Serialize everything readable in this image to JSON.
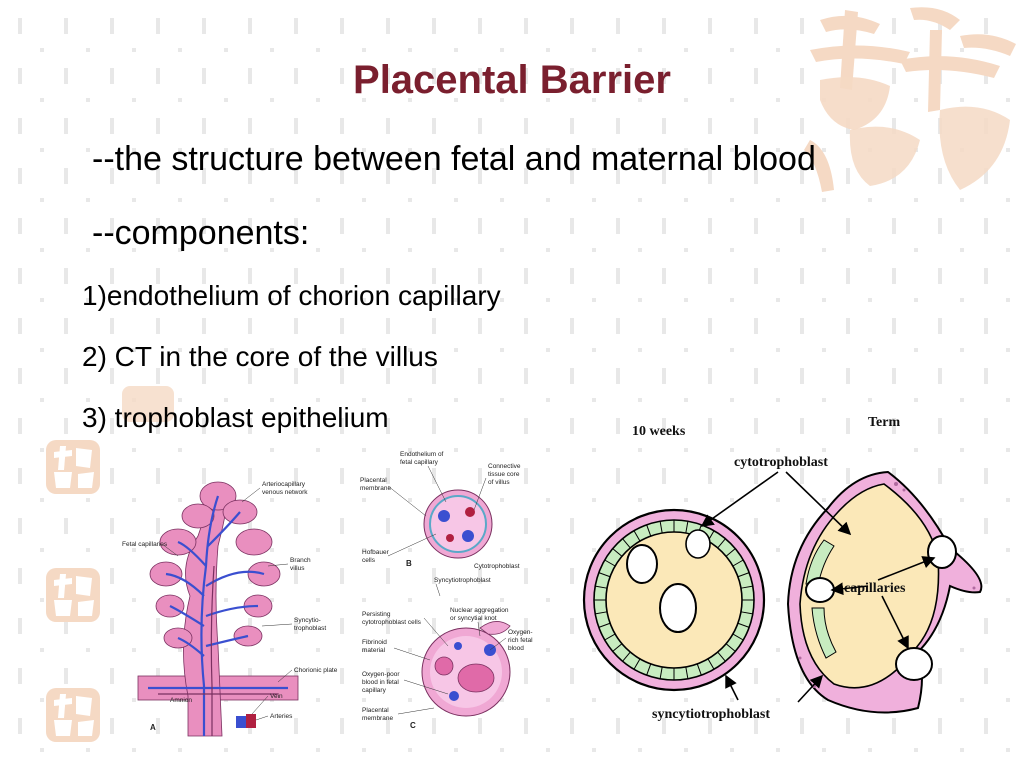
{
  "slide": {
    "title": "Placental Barrier",
    "lines": [
      "--the structure between fetal and maternal blood",
      "--components:",
      "1)endothelium of chorion capillary",
      "2) CT in the core of the villus",
      "3) trophoblast epithelium"
    ]
  },
  "figure_villus": {
    "panel_a": "A",
    "panel_b": "B",
    "panel_c": "C",
    "labels": {
      "arteriocapillary": [
        "Arteriocapillary",
        "venous network"
      ],
      "fetal_capillaries": "Fetal capillaries",
      "branch_villus": [
        "Branch",
        "villus"
      ],
      "syncytiotrophoblast_a": [
        "Syncytio-",
        "trophoblast"
      ],
      "chorionic_plate": "Chorionic plate",
      "vein": "Vein",
      "amnion": "Amnion",
      "arteries": "Arteries",
      "endothelium": [
        "Endothelium of",
        "fetal capillary"
      ],
      "placental_membrane_b": [
        "Placental",
        "membrane"
      ],
      "connective_tissue": [
        "Connective",
        "tissue core",
        "of villus"
      ],
      "hofbauer": [
        "Hofbauer",
        "cells"
      ],
      "cytotrophoblast_b": "Cytotrophoblast",
      "syncytiotrophoblast_b": "Syncytiotrophoblast",
      "persisting": [
        "Persisting",
        "cytotrophoblast cells"
      ],
      "nuclear_aggregation": [
        "Nuclear aggregation",
        "or syncytial knot"
      ],
      "oxygen_rich": [
        "Oxygen-",
        "rich fetal",
        "blood"
      ],
      "fibrinoid": [
        "Fibrinoid",
        "material"
      ],
      "oxygen_poor": [
        "Oxygen-poor",
        "blood in fetal",
        "capillary"
      ],
      "placental_membrane_c": [
        "Placental",
        "membrane"
      ]
    }
  },
  "figure_compare": {
    "ten_weeks": "10 weeks",
    "term": "Term",
    "cytotrophoblast": "cytotrophoblast",
    "capillaries": "capillaries",
    "syncytiotrophoblast": "syncytiotrophoblast"
  },
  "colors": {
    "title": "#7a1f2e",
    "pattern": "#e8e8e8",
    "seal": "#f5d9c4",
    "villus_pink": "#e98fbf",
    "vessel_blue": "#3a4fd0",
    "syncytio_pink": "#f0b0dc",
    "cyto_green": "#c8ecc0",
    "core_yellow": "#fbe8b8"
  }
}
